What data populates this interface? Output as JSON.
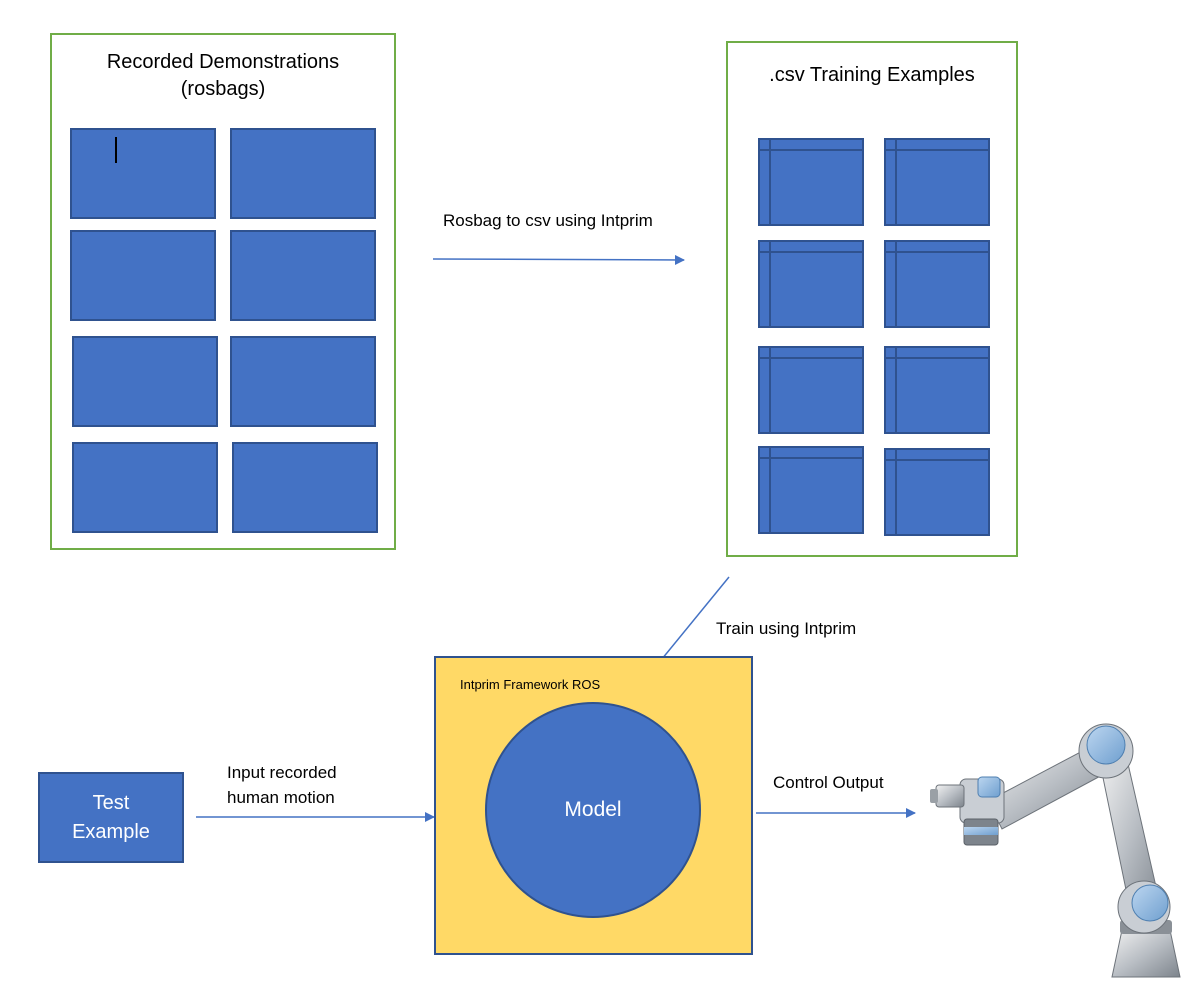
{
  "recorded_demonstrations": {
    "title_line1": "Recorded Demonstrations",
    "title_line2": "(rosbags)"
  },
  "csv_examples": {
    "title": ".csv Training Examples"
  },
  "arrows": {
    "rosbag_to_csv": "Rosbag to csv using Intprim",
    "train": "Train using Intprim",
    "input_line1": "Input recorded",
    "input_line2": "human motion",
    "control_output": "Control Output"
  },
  "framework": {
    "label": "Intprim Framework ROS",
    "model_label": "Model"
  },
  "test_example": {
    "line1": "Test",
    "line2": "Example"
  },
  "colors": {
    "panel_border": "#70ad47",
    "box_fill": "#4472c4",
    "box_border": "#2f528f",
    "framework_fill": "#ffd966",
    "arrow": "#4472c4"
  },
  "icons": {
    "robot": "robot-arm-icon"
  }
}
